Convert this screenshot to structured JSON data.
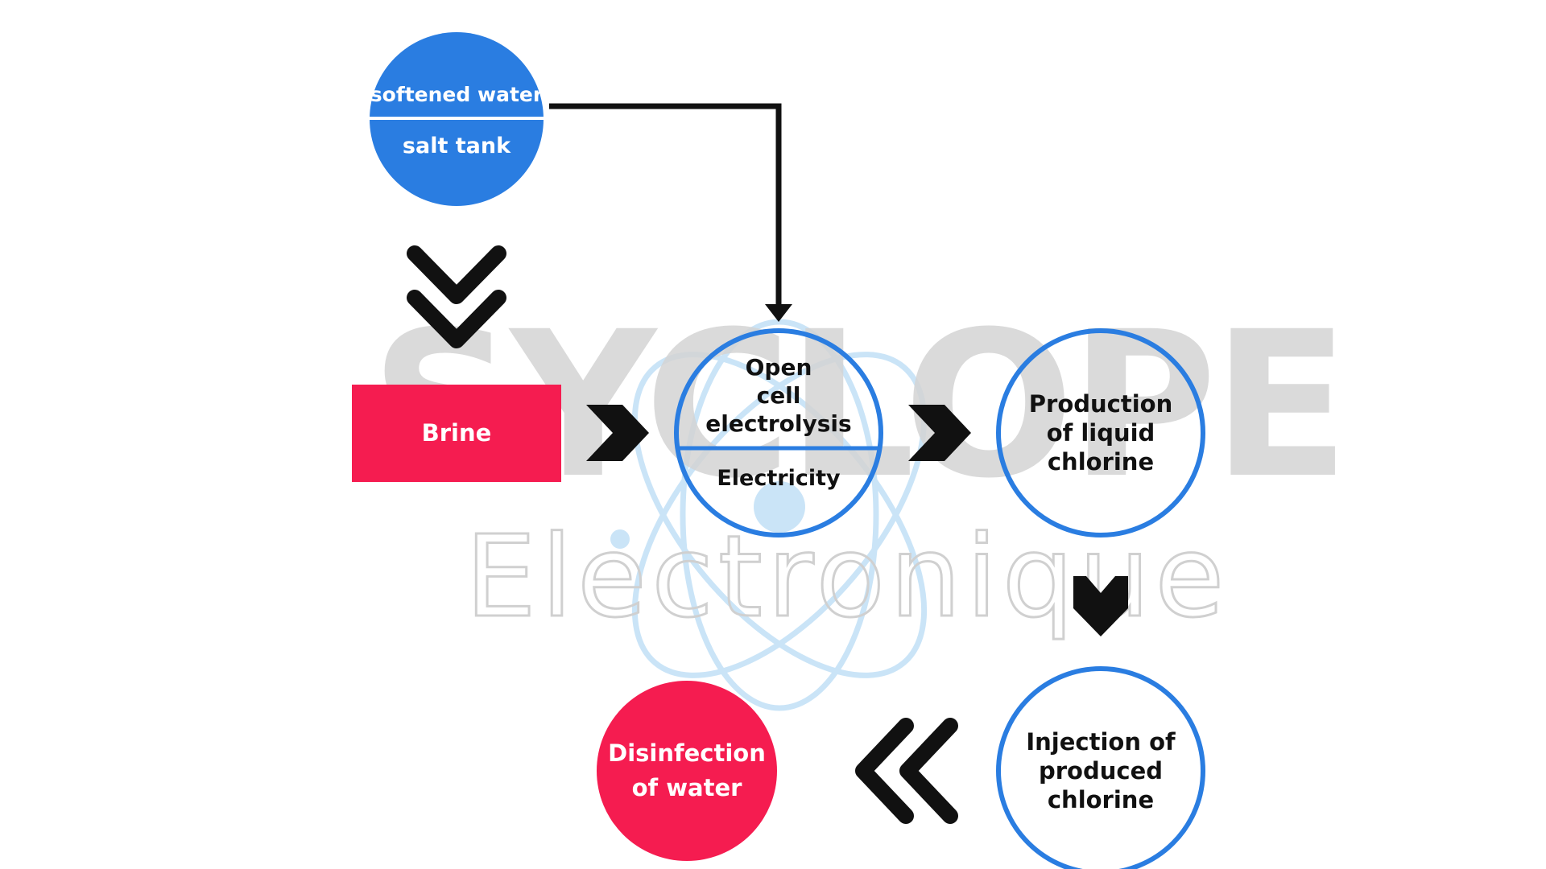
{
  "watermark": {
    "line1": "SYCLOPE",
    "line2": "Electronique"
  },
  "nodes": {
    "salt_tank": {
      "top": "softened water",
      "bottom": "salt tank"
    },
    "brine": {
      "label": "Brine"
    },
    "electrolysis": {
      "top_line1": "Open",
      "top_line2": "cell",
      "top_line3": "electrolysis",
      "bottom": "Electricity"
    },
    "production": {
      "line1": "Production",
      "line2": "of liquid",
      "line3": "chlorine"
    },
    "injection": {
      "line1": "Injection of",
      "line2": "produced",
      "line3": "chlorine"
    },
    "disinfection": {
      "line1": "Disinfection",
      "line2": "of water"
    }
  },
  "icons": {
    "down_chevrons": "double-chevron-down-icon",
    "right_chevron_1": "chevron-right-icon",
    "right_chevron_2": "chevron-right-icon",
    "down_chevron": "chevron-down-icon",
    "left_chevrons": "double-chevron-left-icon",
    "connector": "elbow-arrow-down-icon"
  },
  "colors": {
    "blue": "#2a7de1",
    "pink": "#f51c50",
    "black": "#111111",
    "watermark_gray": "#d4d4d4",
    "watermark_atom": "#b9dcf5"
  }
}
